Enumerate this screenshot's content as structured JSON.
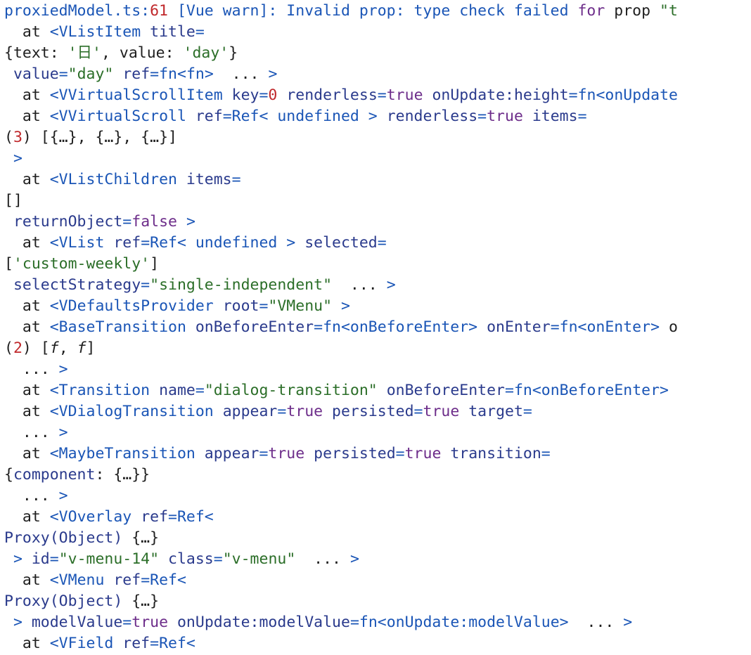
{
  "colors": {
    "background": "#ffffff",
    "tag": "#1a55b6",
    "attribute": "#2a3a8c",
    "keyword": "#6d2d8a",
    "string": "#2b6e28",
    "number": "#c0282b",
    "text": "#202020"
  },
  "lines": [
    [
      [
        "link",
        "proxiedModel.ts:"
      ],
      [
        "num",
        "61"
      ],
      [
        "blue",
        " [Vue warn]: Invalid prop: type check failed "
      ],
      [
        "val",
        "for"
      ],
      [
        "plain",
        " prop "
      ],
      [
        "str",
        "\"t"
      ]
    ],
    [
      [
        "plain",
        "  at "
      ],
      [
        "blue",
        "<VListItem "
      ],
      [
        "name",
        "title"
      ],
      [
        "blue",
        "="
      ]
    ],
    [
      [
        "plain",
        "{text: "
      ],
      [
        "str",
        "'日'"
      ],
      [
        "plain",
        ", value: "
      ],
      [
        "str",
        "'day'"
      ],
      [
        "plain",
        "}"
      ]
    ],
    [
      [
        "plain",
        " "
      ],
      [
        "name",
        "value"
      ],
      [
        "blue",
        "="
      ],
      [
        "str",
        "\"day\""
      ],
      [
        "plain",
        " "
      ],
      [
        "name",
        "ref"
      ],
      [
        "blue",
        "=fn<fn>"
      ],
      [
        "plain",
        "  ... "
      ],
      [
        "blue",
        ">"
      ]
    ],
    [
      [
        "plain",
        "  at "
      ],
      [
        "blue",
        "<VVirtualScrollItem "
      ],
      [
        "name",
        "key"
      ],
      [
        "blue",
        "="
      ],
      [
        "num",
        "0"
      ],
      [
        "plain",
        " "
      ],
      [
        "name",
        "renderless"
      ],
      [
        "blue",
        "="
      ],
      [
        "val",
        "true"
      ],
      [
        "plain",
        " "
      ],
      [
        "name",
        "onUpdate:height"
      ],
      [
        "blue",
        "=fn<onUpdate"
      ]
    ],
    [
      [
        "plain",
        "  at "
      ],
      [
        "blue",
        "<VVirtualScroll "
      ],
      [
        "name",
        "ref"
      ],
      [
        "blue",
        "=Ref< undefined >"
      ],
      [
        "plain",
        " "
      ],
      [
        "name",
        "renderless"
      ],
      [
        "blue",
        "="
      ],
      [
        "val",
        "true"
      ],
      [
        "plain",
        " "
      ],
      [
        "name",
        "items"
      ],
      [
        "blue",
        "="
      ]
    ],
    [
      [
        "plain",
        "("
      ],
      [
        "num",
        "3"
      ],
      [
        "plain",
        ") [{…}, {…}, {…}]"
      ]
    ],
    [
      [
        "plain",
        " "
      ],
      [
        "blue",
        ">"
      ]
    ],
    [
      [
        "plain",
        "  at "
      ],
      [
        "blue",
        "<VListChildren "
      ],
      [
        "name",
        "items"
      ],
      [
        "blue",
        "="
      ]
    ],
    [
      [
        "plain",
        "[]"
      ]
    ],
    [
      [
        "plain",
        " "
      ],
      [
        "name",
        "returnObject"
      ],
      [
        "blue",
        "="
      ],
      [
        "val",
        "false"
      ],
      [
        "plain",
        " "
      ],
      [
        "blue",
        ">"
      ]
    ],
    [
      [
        "plain",
        "  at "
      ],
      [
        "blue",
        "<VList "
      ],
      [
        "name",
        "ref"
      ],
      [
        "blue",
        "=Ref< undefined >"
      ],
      [
        "plain",
        " "
      ],
      [
        "name",
        "selected"
      ],
      [
        "blue",
        "="
      ]
    ],
    [
      [
        "plain",
        "["
      ],
      [
        "str",
        "'custom-weekly'"
      ],
      [
        "plain",
        "]"
      ]
    ],
    [
      [
        "plain",
        " "
      ],
      [
        "name",
        "selectStrategy"
      ],
      [
        "blue",
        "="
      ],
      [
        "str",
        "\"single-independent\""
      ],
      [
        "plain",
        "  ... "
      ],
      [
        "blue",
        ">"
      ]
    ],
    [
      [
        "plain",
        "  at "
      ],
      [
        "blue",
        "<VDefaultsProvider "
      ],
      [
        "name",
        "root"
      ],
      [
        "blue",
        "="
      ],
      [
        "str",
        "\"VMenu\""
      ],
      [
        "plain",
        " "
      ],
      [
        "blue",
        ">"
      ]
    ],
    [
      [
        "plain",
        "  at "
      ],
      [
        "blue",
        "<BaseTransition "
      ],
      [
        "name",
        "onBeforeEnter"
      ],
      [
        "blue",
        "=fn<onBeforeEnter>"
      ],
      [
        "plain",
        " "
      ],
      [
        "name",
        "onEnter"
      ],
      [
        "blue",
        "=fn<onEnter>"
      ],
      [
        "plain",
        " o"
      ]
    ],
    [
      [
        "plain",
        "("
      ],
      [
        "num",
        "2"
      ],
      [
        "plain",
        ") ["
      ],
      [
        "ital",
        "f"
      ],
      [
        "plain",
        ", "
      ],
      [
        "ital",
        "f"
      ],
      [
        "plain",
        "]"
      ]
    ],
    [
      [
        "plain",
        "  ... "
      ],
      [
        "blue",
        ">"
      ]
    ],
    [
      [
        "plain",
        "  at "
      ],
      [
        "blue",
        "<Transition "
      ],
      [
        "name",
        "name"
      ],
      [
        "blue",
        "="
      ],
      [
        "str",
        "\"dialog-transition\""
      ],
      [
        "plain",
        " "
      ],
      [
        "name",
        "onBeforeEnter"
      ],
      [
        "blue",
        "=fn<onBeforeEnter>"
      ]
    ],
    [
      [
        "plain",
        "  at "
      ],
      [
        "blue",
        "<VDialogTransition "
      ],
      [
        "name",
        "appear"
      ],
      [
        "blue",
        "="
      ],
      [
        "val",
        "true"
      ],
      [
        "plain",
        " "
      ],
      [
        "name",
        "persisted"
      ],
      [
        "blue",
        "="
      ],
      [
        "val",
        "true"
      ],
      [
        "plain",
        " "
      ],
      [
        "name",
        "target"
      ],
      [
        "blue",
        "="
      ]
    ],
    [
      [
        "plain",
        "  ... "
      ],
      [
        "blue",
        ">"
      ]
    ],
    [
      [
        "plain",
        "  at "
      ],
      [
        "blue",
        "<MaybeTransition "
      ],
      [
        "name",
        "appear"
      ],
      [
        "blue",
        "="
      ],
      [
        "val",
        "true"
      ],
      [
        "plain",
        " "
      ],
      [
        "name",
        "persisted"
      ],
      [
        "blue",
        "="
      ],
      [
        "val",
        "true"
      ],
      [
        "plain",
        " "
      ],
      [
        "name",
        "transition"
      ],
      [
        "blue",
        "="
      ]
    ],
    [
      [
        "plain",
        "{"
      ],
      [
        "name",
        "component"
      ],
      [
        "plain",
        ": {…}}"
      ]
    ],
    [
      [
        "plain",
        "  ... "
      ],
      [
        "blue",
        ">"
      ]
    ],
    [
      [
        "plain",
        "  at "
      ],
      [
        "blue",
        "<VOverlay "
      ],
      [
        "name",
        "ref"
      ],
      [
        "blue",
        "=Ref<"
      ]
    ],
    [
      [
        "name",
        "Proxy(Object)"
      ],
      [
        "plain",
        " {…}"
      ]
    ],
    [
      [
        "plain",
        " "
      ],
      [
        "blue",
        "> "
      ],
      [
        "name",
        "id"
      ],
      [
        "blue",
        "="
      ],
      [
        "str",
        "\"v-menu-14\""
      ],
      [
        "plain",
        " "
      ],
      [
        "name",
        "class"
      ],
      [
        "blue",
        "="
      ],
      [
        "str",
        "\"v-menu\""
      ],
      [
        "plain",
        "  ... "
      ],
      [
        "blue",
        ">"
      ]
    ],
    [
      [
        "plain",
        "  at "
      ],
      [
        "blue",
        "<VMenu "
      ],
      [
        "name",
        "ref"
      ],
      [
        "blue",
        "=Ref<"
      ]
    ],
    [
      [
        "name",
        "Proxy(Object)"
      ],
      [
        "plain",
        " {…}"
      ]
    ],
    [
      [
        "plain",
        " "
      ],
      [
        "blue",
        "> "
      ],
      [
        "name",
        "modelValue"
      ],
      [
        "blue",
        "="
      ],
      [
        "val",
        "true"
      ],
      [
        "plain",
        " "
      ],
      [
        "name",
        "onUpdate:modelValue"
      ],
      [
        "blue",
        "=fn<onUpdate:modelValue>"
      ],
      [
        "plain",
        "  ... "
      ],
      [
        "blue",
        ">"
      ]
    ],
    [
      [
        "plain",
        "  at "
      ],
      [
        "blue",
        "<VField "
      ],
      [
        "name",
        "ref"
      ],
      [
        "blue",
        "=Ref<"
      ]
    ]
  ]
}
